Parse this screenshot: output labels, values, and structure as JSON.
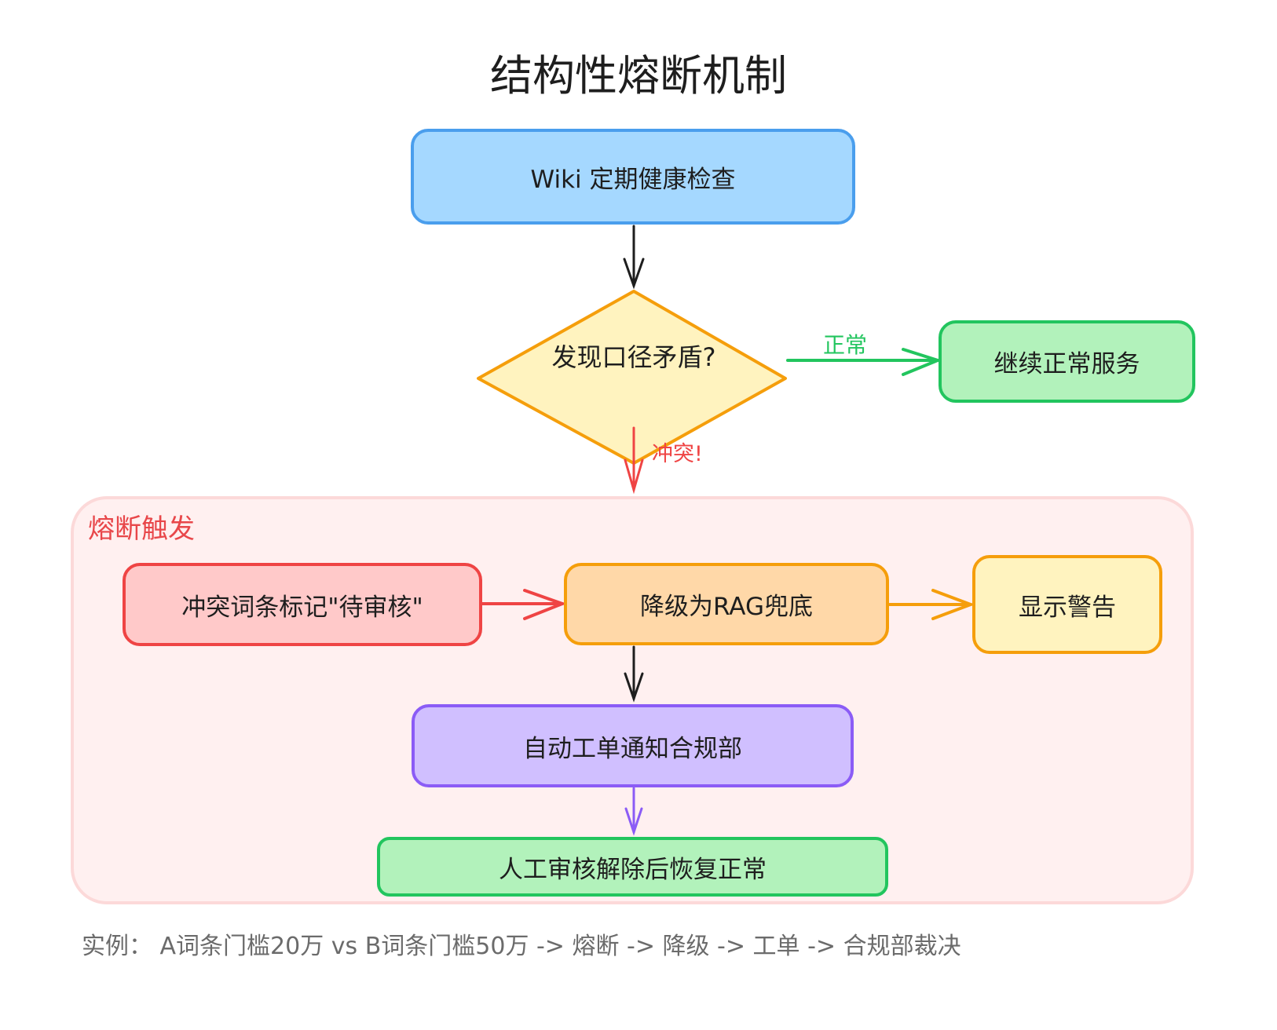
{
  "title": "结构性熔断机制",
  "nodes": {
    "health_check": {
      "label": "Wiki 定期健康检查",
      "fill": "#a5d8ff",
      "stroke": "#4a9eed"
    },
    "decision": {
      "label": "发现口径矛盾?",
      "fill": "#fff3bf",
      "stroke": "#f59e0b"
    },
    "continue_service": {
      "label": "继续正常服务",
      "fill": "#b2f2bb",
      "stroke": "#22c55e"
    },
    "mark_pending": {
      "label": "冲突词条标记\"待审核\"",
      "fill": "#ffc9c9",
      "stroke": "#ef4444"
    },
    "degrade_rag": {
      "label": "降级为RAG兜底",
      "fill": "#ffd8a8",
      "stroke": "#f59e0b"
    },
    "show_warning": {
      "label": "显示警告",
      "fill": "#fff3bf",
      "stroke": "#f59e0b"
    },
    "auto_ticket": {
      "label": "自动工单通知合规部",
      "fill": "#d0bfff",
      "stroke": "#8b5cf6"
    },
    "restore": {
      "label": "人工审核解除后恢复正常",
      "fill": "#b2f2bb",
      "stroke": "#22c55e"
    }
  },
  "group": {
    "label": "熔断触发",
    "label_color": "#e8474a",
    "fill": "#fff0f0",
    "stroke": "#fcd9d9"
  },
  "edges": [
    {
      "from": "health_check",
      "to": "decision",
      "label": "",
      "color": "#1e1e1e"
    },
    {
      "from": "decision",
      "to": "continue_service",
      "label": "正常",
      "color": "#22c55e"
    },
    {
      "from": "decision",
      "to": "mark_pending",
      "label": "冲突!",
      "color": "#ef4444"
    },
    {
      "from": "mark_pending",
      "to": "degrade_rag",
      "label": "",
      "color": "#ef4444"
    },
    {
      "from": "degrade_rag",
      "to": "show_warning",
      "label": "",
      "color": "#f59e0b"
    },
    {
      "from": "degrade_rag",
      "to": "auto_ticket",
      "label": "",
      "color": "#1e1e1e"
    },
    {
      "from": "auto_ticket",
      "to": "restore",
      "label": "",
      "color": "#8b5cf6"
    }
  ],
  "edge_labels": {
    "normal": "正常",
    "conflict": "冲突!"
  },
  "caption": "实例： A词条门槛20万 vs B词条门槛50万 -> 熔断 -> 降级 -> 工单 -> 合规部裁决"
}
